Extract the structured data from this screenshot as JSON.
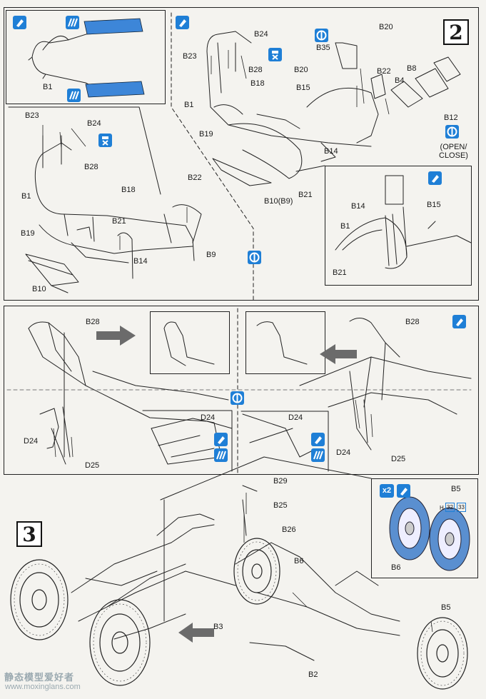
{
  "step2": {
    "number": "2",
    "inset_top_left": {
      "labels": [
        "B1"
      ]
    },
    "main_left": {
      "labels": [
        "B23",
        "B24",
        "B28",
        "B22",
        "B1",
        "B18",
        "B19",
        "B21",
        "B14",
        "B10",
        "B9"
      ]
    },
    "main_right": {
      "labels": [
        "B24",
        "B23",
        "B28",
        "B20",
        "B18",
        "B15",
        "B1",
        "B19",
        "B14",
        "B10(B9)",
        "B21",
        "B20",
        "B35",
        "B22",
        "B8",
        "B4",
        "B12"
      ]
    },
    "open_close": "(OPEN/\nCLOSE)",
    "inset_right": {
      "labels": [
        "B14",
        "B15",
        "B1",
        "B21"
      ]
    }
  },
  "step_mid": {
    "left": {
      "labels": [
        "B28",
        "D24",
        "D25"
      ]
    },
    "left_inset": {
      "labels": [
        "D24"
      ]
    },
    "right": {
      "labels": [
        "B28",
        "D24",
        "D25"
      ]
    },
    "right_inset": {
      "labels": [
        "D24"
      ]
    }
  },
  "step3": {
    "number": "3",
    "labels": [
      "B29",
      "B25",
      "B26",
      "B6",
      "B3",
      "B2",
      "B5"
    ],
    "inset": {
      "multiplier": "x2",
      "labels": [
        "B5",
        "B6"
      ],
      "part_codes": [
        "H",
        "32",
        "33"
      ]
    }
  },
  "watermark": {
    "text": "静态模型爱好者",
    "url": "www.moxinglans.com"
  },
  "colors": {
    "accent": "#1f7fd6",
    "highlight": "#5a8fd0",
    "line": "#222222",
    "paper": "#f4f3ef"
  }
}
